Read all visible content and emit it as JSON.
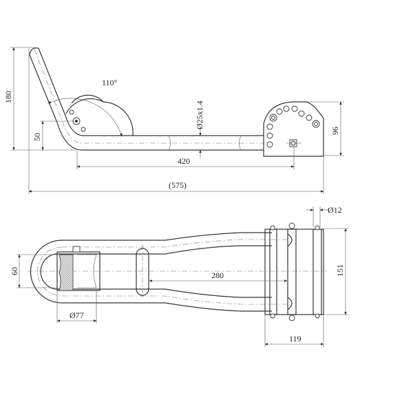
{
  "side_view": {
    "angle": "110°",
    "height_total": "180",
    "height_low": "50",
    "tube_spec": "Ø25x1.4",
    "length_inner": "420",
    "length_total": "(575)",
    "bracket_height": "96"
  },
  "top_view": {
    "bolt_diameter": "Ø12",
    "roller_width": "60",
    "length": "280",
    "bracket_width": "151",
    "roller_diameter": "Ø77",
    "bracket_depth": "119"
  }
}
